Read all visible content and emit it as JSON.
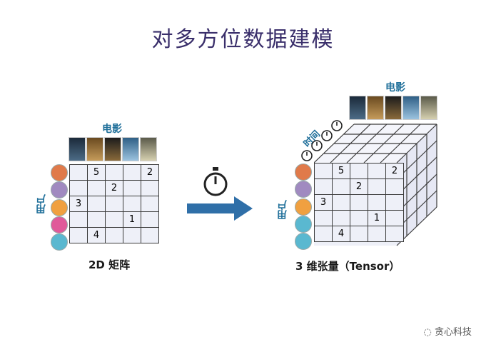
{
  "title": "对多方位数据建模",
  "left": {
    "movies_label": "电影",
    "users_label": "用户",
    "caption": "2D 矩阵",
    "ratings": [
      [
        "",
        "5",
        "",
        "",
        "2"
      ],
      [
        "",
        "",
        "2",
        "",
        ""
      ],
      [
        "3",
        "",
        "",
        "",
        ""
      ],
      [
        "",
        "",
        "",
        "1",
        ""
      ],
      [
        "",
        "4",
        "",
        "",
        ""
      ]
    ]
  },
  "right": {
    "movies_label": "电影",
    "users_label": "用户",
    "time_label": "时间",
    "caption": "3 维张量（Tensor）",
    "ratings": [
      [
        "",
        "5",
        "",
        "",
        "2"
      ],
      [
        "",
        "",
        "2",
        "",
        ""
      ],
      [
        "3",
        "",
        "",
        "",
        ""
      ],
      [
        "",
        "",
        "",
        "1",
        ""
      ],
      [
        "",
        "4",
        "",
        "",
        ""
      ]
    ]
  },
  "icons": [
    "stopwatch-icon",
    "arrow-right-icon"
  ],
  "watermark": "贪心科技",
  "colors": {
    "title": "#3a2f6b",
    "label": "#1f6f9a",
    "arrow": "#2f6fa8"
  }
}
